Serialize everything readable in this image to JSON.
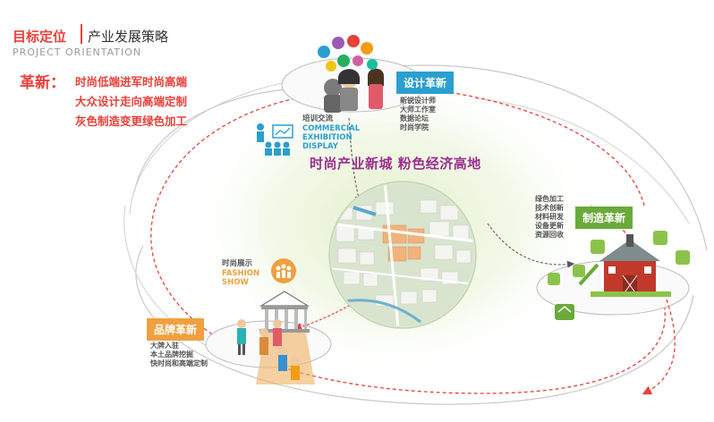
{
  "header": {
    "title": "目标定位",
    "subtitle": "产业发展策略",
    "english": "PROJECT ORIENTATION"
  },
  "strategy": {
    "label": "革新：",
    "lines": [
      "时尚低端进军时尚高端",
      "大众设计走向高端定制",
      "灰色制造变更绿色加工"
    ]
  },
  "center_title": "时尚产业新城  粉色经济高地",
  "design": {
    "tag": "设计革新",
    "items": [
      "新锐设计师",
      "大师工作室",
      "数据论坛",
      "时尚学院"
    ],
    "exhibit_cn": "培训交流",
    "exhibit_en": [
      "COMMERCIAL",
      "EXHIBITION",
      "DISPLAY"
    ]
  },
  "manufacture": {
    "tag": "制造革新",
    "items": [
      "绿色加工",
      "技术创新",
      "材料研发",
      "设备更新",
      "资源回收"
    ]
  },
  "brand": {
    "tag": "品牌革新",
    "items": [
      "大牌入驻",
      "本土品牌挖掘",
      "快时尚和高端定制"
    ],
    "show_cn": "时尚展示",
    "show_en": [
      "FASHION",
      "SHOW"
    ]
  },
  "colors": {
    "accent_red": "#e8403a",
    "design_blue": "#2a9fd0",
    "manufacture_green": "#6aaa3a",
    "brand_orange": "#f0a040",
    "center_purple": "#9b2f8f"
  }
}
